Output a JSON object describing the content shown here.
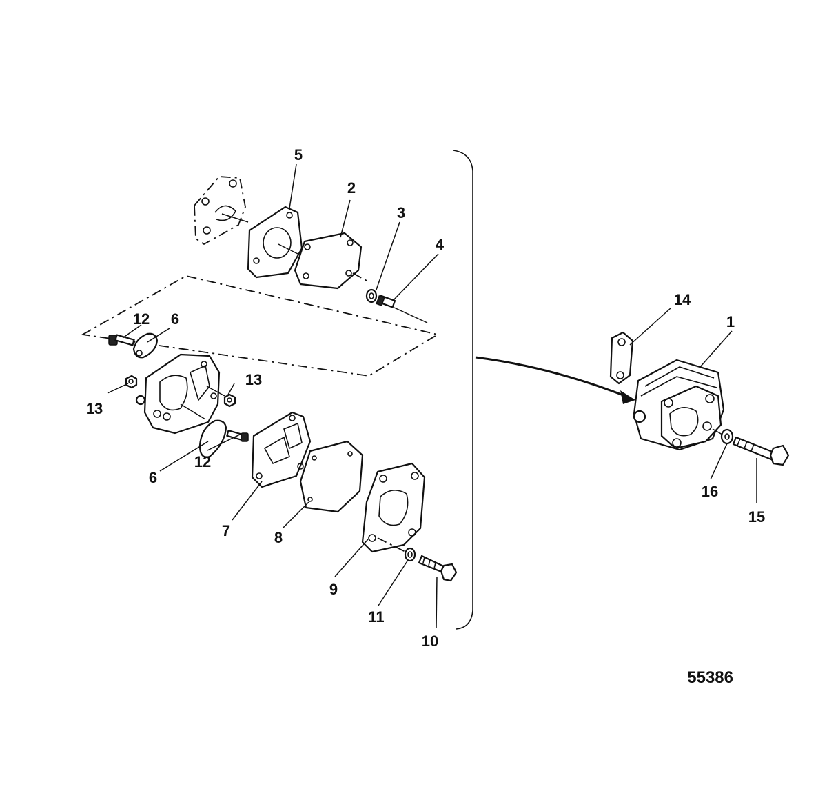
{
  "diagram": {
    "figure_number": "55386",
    "callouts": [
      {
        "id": "c5",
        "label": "5"
      },
      {
        "id": "c2",
        "label": "2"
      },
      {
        "id": "c3",
        "label": "3"
      },
      {
        "id": "c4",
        "label": "4"
      },
      {
        "id": "c12a",
        "label": "12"
      },
      {
        "id": "c6a",
        "label": "6"
      },
      {
        "id": "c13a",
        "label": "13"
      },
      {
        "id": "c13b",
        "label": "13"
      },
      {
        "id": "c6b",
        "label": "6"
      },
      {
        "id": "c12b",
        "label": "12"
      },
      {
        "id": "c7",
        "label": "7"
      },
      {
        "id": "c8",
        "label": "8"
      },
      {
        "id": "c9",
        "label": "9"
      },
      {
        "id": "c11",
        "label": "11"
      },
      {
        "id": "c10",
        "label": "10"
      },
      {
        "id": "c14",
        "label": "14"
      },
      {
        "id": "c1",
        "label": "1"
      },
      {
        "id": "c16",
        "label": "16"
      },
      {
        "id": "c15",
        "label": "15"
      }
    ]
  }
}
